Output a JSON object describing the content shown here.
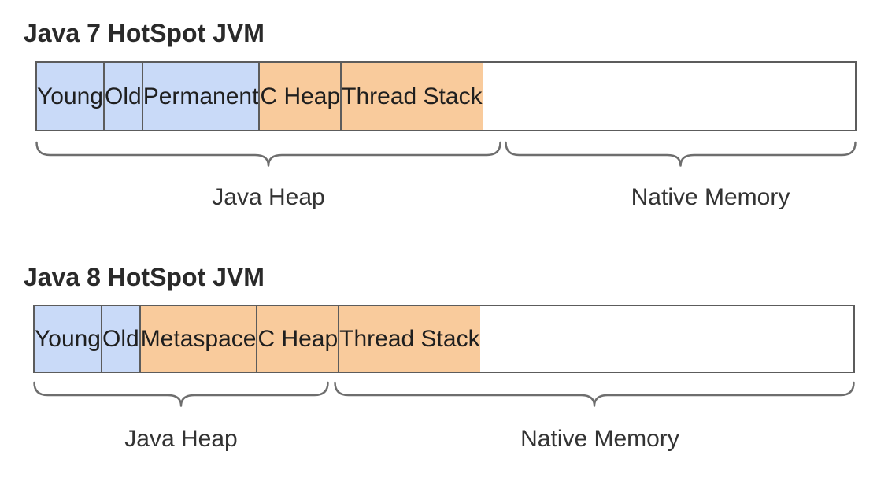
{
  "page": {
    "background": "#ffffff"
  },
  "colors": {
    "java_heap_fill": "#c9daf8",
    "native_memory_fill": "#f9cb9c",
    "box_border": "#5c5c5c",
    "brace_stroke": "#6e6e6e",
    "title_text": "#2a2a2a",
    "box_text": "#1f1f1f",
    "group_label_text": "#333333"
  },
  "sections": [
    {
      "title": "Java 7 HotSpot JVM",
      "segments": [
        {
          "label": "Young",
          "region": "java-heap"
        },
        {
          "label": "Old",
          "region": "java-heap"
        },
        {
          "label": "Permanent",
          "region": "java-heap"
        },
        {
          "label": "C Heap",
          "region": "native-memory"
        },
        {
          "label": "Thread Stack",
          "region": "native-memory"
        }
      ],
      "groups": [
        {
          "label": "Java Heap",
          "spans": [
            "Young",
            "Old",
            "Permanent"
          ]
        },
        {
          "label": "Native Memory",
          "spans": [
            "C Heap",
            "Thread Stack"
          ]
        }
      ]
    },
    {
      "title": "Java 8 HotSpot JVM",
      "segments": [
        {
          "label": "Young",
          "region": "java-heap"
        },
        {
          "label": "Old",
          "region": "java-heap"
        },
        {
          "label": "Metaspace",
          "region": "native-memory"
        },
        {
          "label": "C Heap",
          "region": "native-memory"
        },
        {
          "label": "Thread Stack",
          "region": "native-memory"
        }
      ],
      "groups": [
        {
          "label": "Java Heap",
          "spans": [
            "Young",
            "Old"
          ]
        },
        {
          "label": "Native Memory",
          "spans": [
            "Metaspace",
            "C Heap",
            "Thread Stack"
          ]
        }
      ]
    }
  ]
}
